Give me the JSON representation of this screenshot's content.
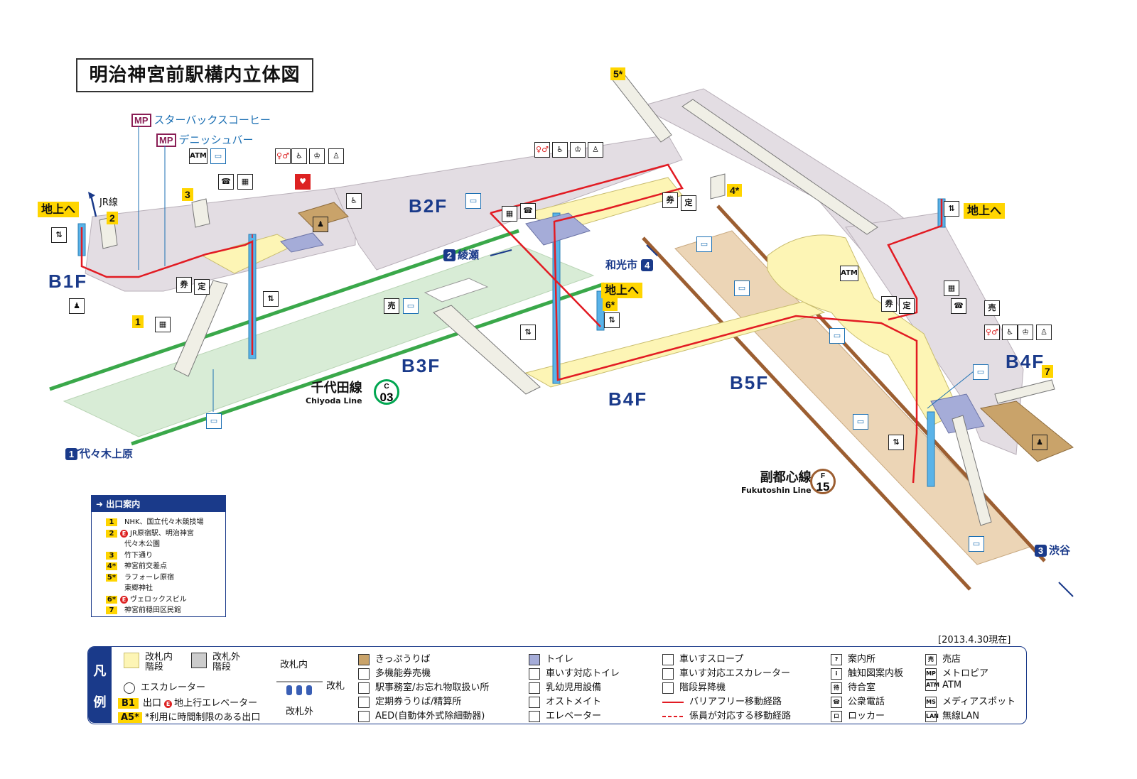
{
  "title": "明治神宮前駅構内立体図",
  "floors": {
    "b1f": "B1F",
    "b2f": "B2F",
    "b3f": "B3F",
    "b4f_left": "B4F",
    "b4f_right": "B4F",
    "b5f": "B5F"
  },
  "shops": {
    "mp_label": "MP",
    "starbucks": "スターバックスコーヒー",
    "danish": "デニッシュバー"
  },
  "exit_badges": {
    "e1": "1",
    "e2": "2",
    "e3": "3",
    "e4": "4*",
    "e5": "5*",
    "e6": "6*",
    "e7": "7"
  },
  "to_ground": {
    "left": "地上へ",
    "mid": "地上へ",
    "right": "地上へ"
  },
  "directions": {
    "jr": "JR線",
    "ayase_num": "2",
    "ayase": "綾瀬",
    "wakoshi": "和光市",
    "wakoshi_num": "4",
    "yoyogi_num": "1",
    "yoyogi": "代々木上原",
    "shibuya_num": "3",
    "shibuya": "渋谷"
  },
  "lines": {
    "chiyoda": {
      "name": "千代田線",
      "en": "Chiyoda Line",
      "letter": "C",
      "number": "03",
      "color": "#00a650"
    },
    "fukutoshin": {
      "name": "副都心線",
      "en": "Fukutoshin Line",
      "letter": "F",
      "number": "15",
      "color": "#9c5e31"
    }
  },
  "icons": {
    "atm": "ATM",
    "atm2": "ATM",
    "teiki": "定",
    "teiki2": "定",
    "teiki3": "定"
  },
  "exit_guide": {
    "heading": "出口案内",
    "rows": [
      {
        "no": "1",
        "text": "NHK、国立代々木競技場",
        "elevator": false
      },
      {
        "no": "2",
        "text": "JR原宿駅、明治神宮",
        "elevator": true
      },
      {
        "no": "",
        "text": "代々木公園",
        "elevator": false
      },
      {
        "no": "3",
        "text": "竹下通り",
        "elevator": false
      },
      {
        "no": "4*",
        "text": "神宮前交差点",
        "elevator": false
      },
      {
        "no": "5*",
        "text": "ラフォーレ原宿",
        "elevator": false
      },
      {
        "no": "",
        "text": "東郷神社",
        "elevator": false
      },
      {
        "no": "6*",
        "text": "ヴェロックスビル",
        "elevator": true
      },
      {
        "no": "7",
        "text": "神宮前穏田区民館",
        "elevator": false
      }
    ],
    "elevator_mark": "E"
  },
  "date": "[2013.4.30現在]",
  "legend": {
    "side1": "凡",
    "side2": "例",
    "inside_stairs": "改札内\n階段",
    "outside_stairs": "改札外\n階段",
    "escalator": "エスカレーター",
    "gate_inside": "改札内",
    "gate": "改札",
    "gate_outside": "改札外",
    "exit_badge": "B1",
    "exit_text": "出口",
    "elevator_mark": "E",
    "ground_elevator": "地上行エレベーター",
    "limited_badge": "A5*",
    "limited_text": "*利用に時間制限のある出口",
    "col2": [
      "きっぷうりば",
      "多機能券売機",
      "駅事務室/お忘れ物取扱い所",
      "定期券うりば/精算所",
      "AED(自動体外式除細動器)"
    ],
    "col3": [
      "トイレ",
      "車いす対応トイレ",
      "乳幼児用設備",
      "オストメイト",
      "エレベーター"
    ],
    "col4": [
      "車いすスロープ",
      "車いす対応エスカレーター",
      "階段昇降機",
      "バリアフリー移動経路",
      "係員が対応する移動経路"
    ],
    "col5": [
      "案内所",
      "触知図案内板",
      "待合室",
      "公衆電話",
      "ロッカー"
    ],
    "col6": [
      "売店",
      "メトロピア",
      "ATM",
      "メディアスポット",
      "無線LAN"
    ],
    "col5_icons": [
      "?",
      "i",
      "待",
      "☎",
      "ロ"
    ],
    "col6_icons": [
      "売",
      "MP",
      "ATM",
      "MS",
      "LAN"
    ]
  }
}
